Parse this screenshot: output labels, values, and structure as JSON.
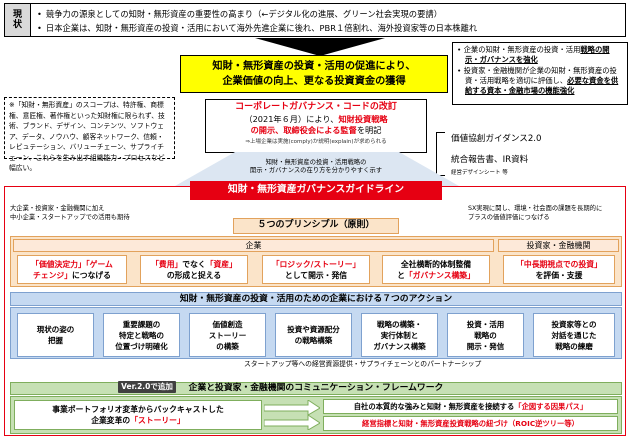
{
  "status": {
    "label_line1": "現",
    "label_line2": "状",
    "items": [
      "競争力の源泉としての知財・無形資産の重要性の高まり（←デジタル化の進展、グリーン社会実現の要請）",
      "日本企業は、知財・無形資産の投資・活用において海外先進企業に後れ、PBR１倍割れ、海外投資家等の日本株離れ"
    ]
  },
  "headline": {
    "line1": "知財・無形資産の投資・活用の促進により、",
    "line2": "企業価値の向上、更なる投資資金の獲得"
  },
  "right_notes": {
    "item1_pre": "企業の知財・無形資産の投資・活用",
    "item1_emph": "戦略の開示・ガバナンスを強化",
    "item2_pre": "投資家・金融機関が企業の知財・無形資産の投資・活用戦略を適切に評価し、",
    "item2_emph": "必要な資金を供給する資本・金融市場の機能強化"
  },
  "scope_note": "※「知財・無形資産」のスコープは、特許権、商標権、意匠権、著作権といった知財権に限られず、技術、ブランド、デザイン、コンテンツ、ソフトウェア、データ、ノウハウ、顧客ネットワーク、信頼・レピュテーション、バリューチェーン、サプライチェーン、これらを生み出す組織能力・プロセスなど幅広い。",
  "cg_code": {
    "title": "コーポレートガバナンス・コードの改訂",
    "line2_pre": "（2021年６月）により、",
    "line2_emph": "知財投資戦略",
    "line3_emph": "の開示、取締役会による監督",
    "line3_post": "を明記",
    "note": "⇒上場企業は実施(comply)か説明(explain)が求められる"
  },
  "right_items": {
    "value_guide": "価値協創ガイダンス2.0",
    "integrated_report": "統合報告書、IR資料",
    "integrated_sub": "経営デザインシート 等"
  },
  "trapezoid_text": {
    "line1": "知財・無形資産の投資・活用戦略の",
    "line2": "開示・ガバナンスの在り方を分かりやすく示す"
  },
  "guideline": {
    "title": "知財・無形資産ガバナンスガイドライン",
    "left_note_line1": "大企業・投資家・金融機関に加え",
    "left_note_line2": "中小企業・スタートアップでの活用も期待",
    "right_note_line1": "SX実現に関し、環境・社会面の課題を長期的に",
    "right_note_line2": "プラスの価値評価につなげる"
  },
  "principles": {
    "title": "５つのプリンシプル（原則）",
    "corp_header": "企業",
    "inv_header": "投資家・金融機関",
    "items": [
      {
        "l1_red": "「価値決定力」「ゲーム",
        "l2_red": "チェンジ」",
        "l2_black": "につなげる"
      },
      {
        "l1_red": "「費用」",
        "l1_black": "でなく",
        "l1_red2": "「資産」",
        "l2_black": "の形成と捉える"
      },
      {
        "l1_red": "「ロジック/ストーリー」",
        "l2_black": "として開示・発信"
      },
      {
        "l1_black": "全社横断的体制整備",
        "l2_black": "と",
        "l2_red": "「ガバナンス構築」"
      },
      {
        "l1_red": "「中長期視点での投資」",
        "l2_black": "を評価・支援"
      }
    ]
  },
  "seven": {
    "title": "知財・無形資産の投資・活用のための企業における７つのアクション",
    "items": [
      {
        "l1": "現状の姿の",
        "l2": "把握"
      },
      {
        "l1": "重要課題の",
        "l2": "特定と戦略の",
        "l3": "位置づけ明確化"
      },
      {
        "l1": "価値創造",
        "l2": "ストーリー",
        "l3": "の構築"
      },
      {
        "l1": "投資や資源配分",
        "l2": "の戦略構築"
      },
      {
        "l1": "戦略の構築・",
        "l2": "実行体制と",
        "l3": "ガバナンス構築"
      },
      {
        "l1": "投資・活用",
        "l2": "戦略の",
        "l3": "開示・発信"
      },
      {
        "l1": "投資家等との",
        "l2": "対話を通じた",
        "l3": "戦略の練磨"
      }
    ],
    "startup_note": "スタートアップ等への経営資源提供・サプライチェーンとのパートナーシップ"
  },
  "framework": {
    "ver_badge": "Ver.2.0で追加",
    "title": "企業と投資家・金融機関のコミュニケーション・フレームワーク",
    "left_line1": "事業ポートフォリオ変革からバックキャストした",
    "left_line2_black": "企業変革の",
    "left_line2_red": "「ストーリー」",
    "right1_black": "自社の本質的な強みと知財・無形資産を接続する",
    "right1_red": "「企図する因果パス」",
    "right2_red": "経営指標と知財・無形資産投資戦略の紐づけ（ROIC逆ツリー等）"
  },
  "colors": {
    "accent_red": "#e60012",
    "highlight_yellow": "#ffff00",
    "principles_bg": "#fbe4c9",
    "actions_bg": "#c5d9f1",
    "framework_bg": "#c6e0b4"
  },
  "icons": {
    "main_arrow": "down-arrow-icon",
    "framework_arrow": "double-arrow-icon"
  }
}
